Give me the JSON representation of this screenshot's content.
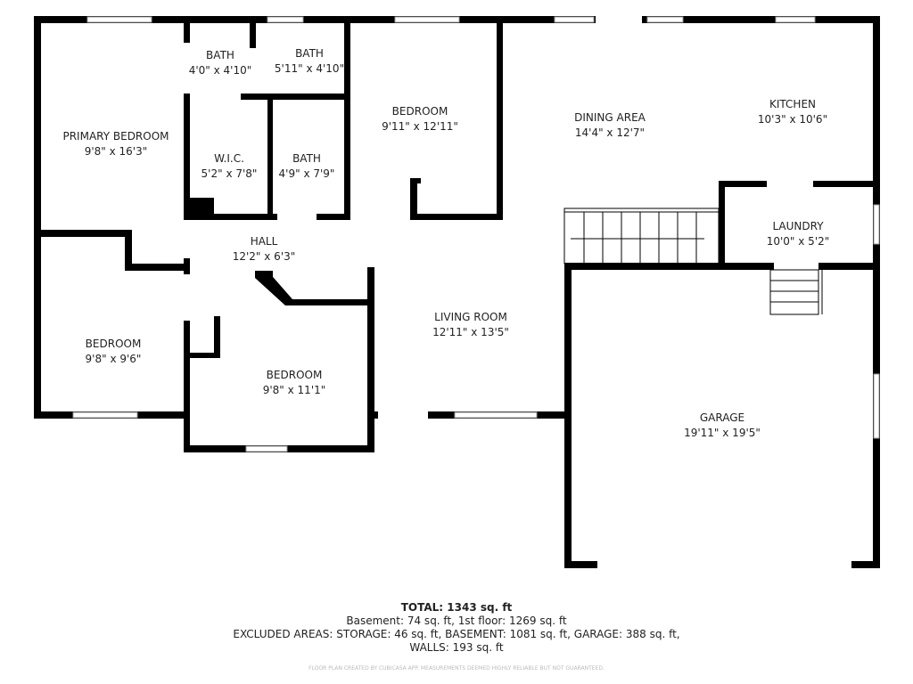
{
  "rooms": [
    {
      "name": "PRIMARY BEDROOM",
      "size": "9'8\" x 16'3\""
    },
    {
      "name": "BATH",
      "size": "4'0\" x 4'10\""
    },
    {
      "name": "BATH",
      "size": "5'11\" x 4'10\""
    },
    {
      "name": "W.I.C.",
      "size": "5'2\" x 7'8\""
    },
    {
      "name": "BATH",
      "size": "4'9\" x 7'9\""
    },
    {
      "name": "BEDROOM",
      "size": "9'11\" x 12'11\""
    },
    {
      "name": "DINING AREA",
      "size": "14'4\" x 12'7\""
    },
    {
      "name": "KITCHEN",
      "size": "10'3\" x 10'6\""
    },
    {
      "name": "LAUNDRY",
      "size": "10'0\" x 5'2\""
    },
    {
      "name": "HALL",
      "size": "12'2\" x 6'3\""
    },
    {
      "name": "BEDROOM",
      "size": "9'8\" x 9'6\""
    },
    {
      "name": "BEDROOM",
      "size": "9'8\" x 11'1\""
    },
    {
      "name": "LIVING ROOM",
      "size": "12'11\" x 13'5\""
    },
    {
      "name": "GARAGE",
      "size": "19'11\" x 19'5\""
    }
  ],
  "summary": {
    "total": "TOTAL: 1343 sq. ft",
    "floors": "Basement: 74 sq. ft, 1st floor: 1269 sq. ft",
    "excluded": "EXCLUDED AREAS: STORAGE: 46 sq. ft, BASEMENT: 1081 sq. ft, GARAGE: 388 sq. ft,",
    "walls": "WALLS: 193 sq. ft",
    "disclaimer": "FLOOR PLAN CREATED BY CUBICASA APP. MEASUREMENTS DEEMED HIGHLY RELIABLE BUT NOT GUARANTEED."
  }
}
